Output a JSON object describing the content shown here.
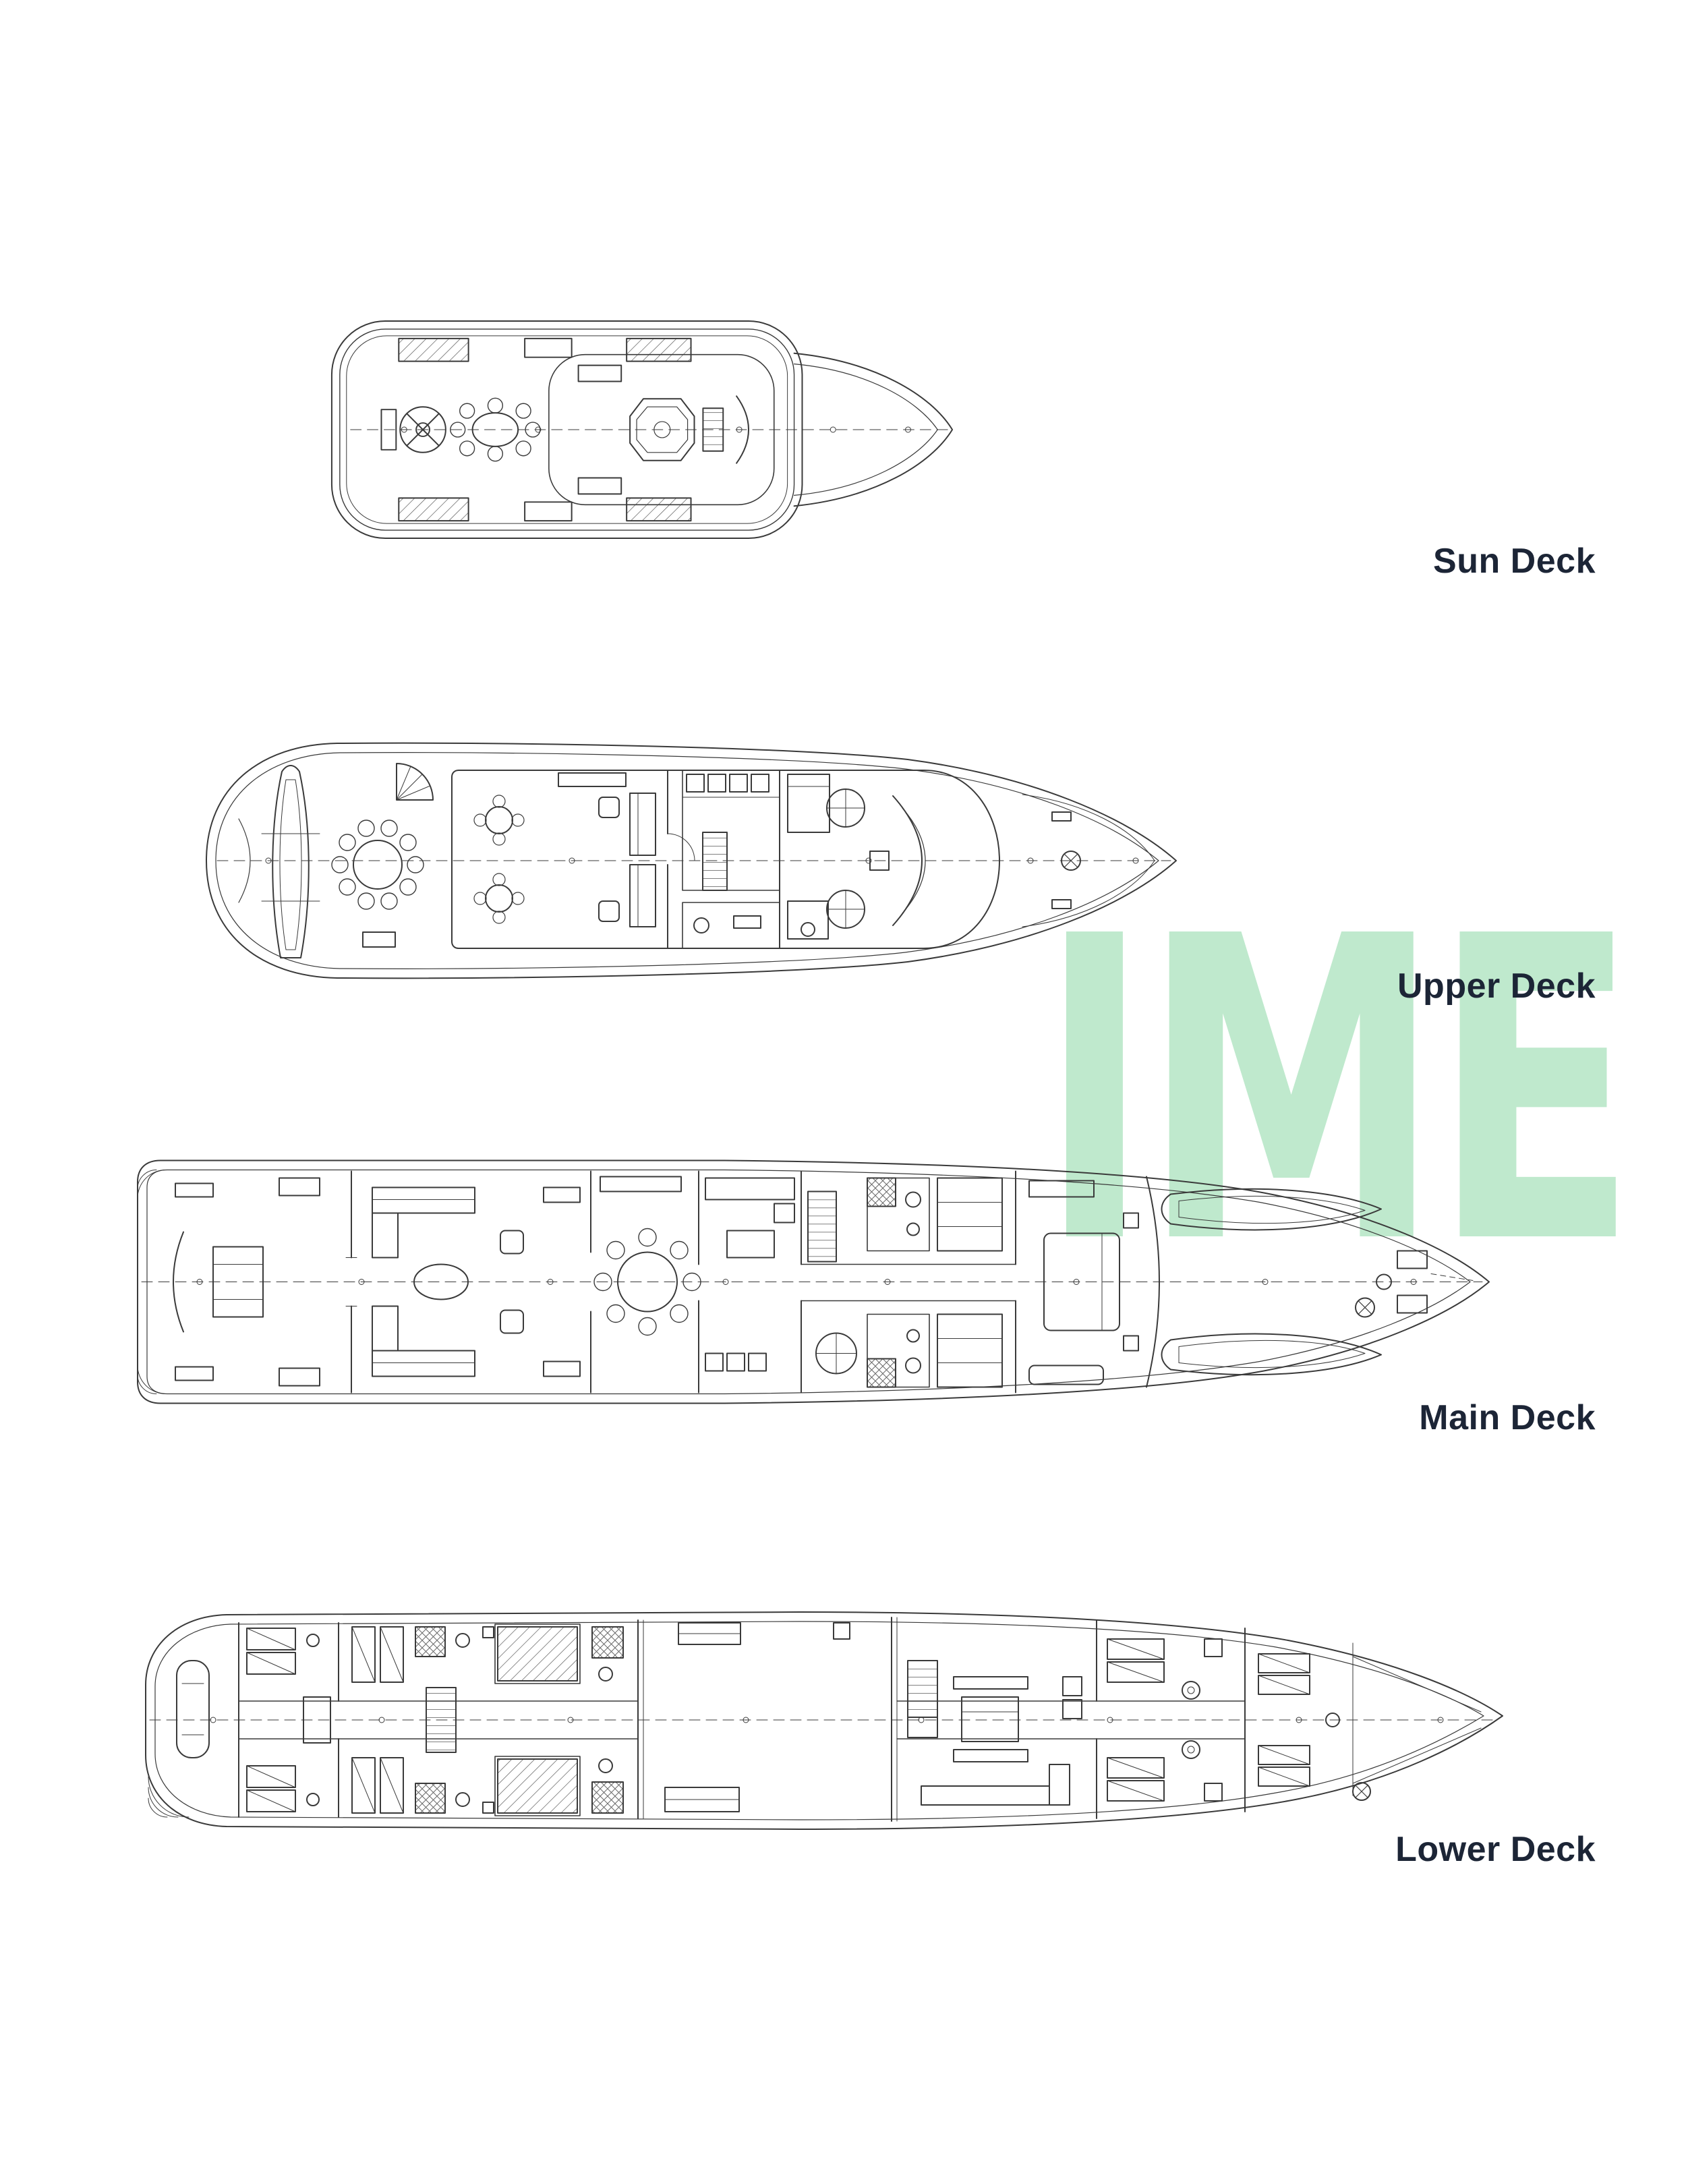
{
  "watermark": {
    "text": "IME"
  },
  "decks": [
    {
      "id": "sun-deck",
      "label": "Sun Deck"
    },
    {
      "id": "upper-deck",
      "label": "Upper Deck"
    },
    {
      "id": "main-deck",
      "label": "Main Deck"
    },
    {
      "id": "lower-deck",
      "label": "Lower Deck"
    }
  ],
  "colors": {
    "ink": "#3a3a3a",
    "label_text": "#1c2536",
    "watermark_green": "#bfe9cd",
    "background": "#ffffff"
  }
}
